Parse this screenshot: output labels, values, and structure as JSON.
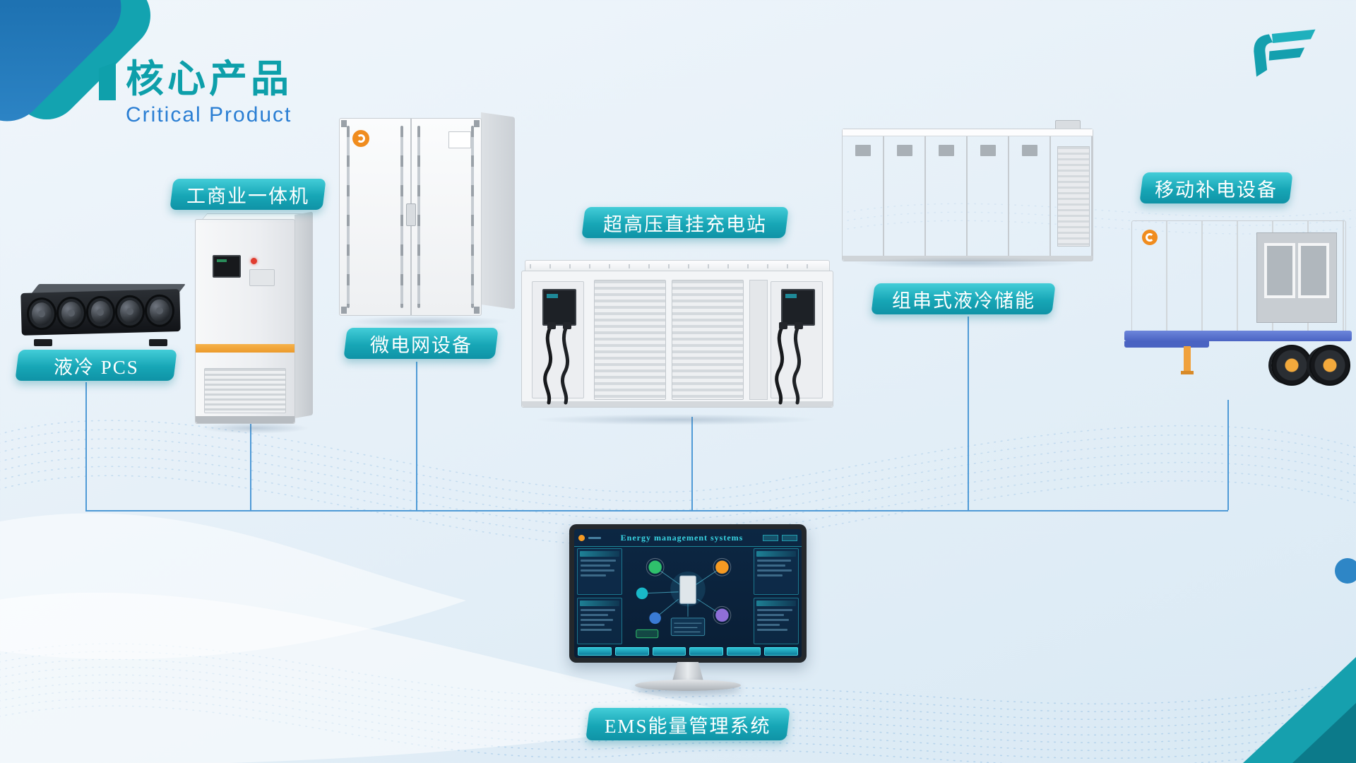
{
  "slide": {
    "title": "核心产品",
    "subtitle": "Critical Product"
  },
  "products": {
    "pcs": {
      "label": "液冷 PCS"
    },
    "all_in_one": {
      "label": "工商业一体机"
    },
    "microgrid": {
      "label": "微电网设备"
    },
    "charging_station": {
      "label": "超高压直挂充电站"
    },
    "string_storage": {
      "label": "组串式液冷储能"
    },
    "mobile_power": {
      "label": "移动补电设备"
    },
    "ems": {
      "label": "EMS能量管理系统"
    }
  },
  "ems_screen": {
    "title": "Energy management systems"
  },
  "colors": {
    "accent_teal": "#0fa0ab",
    "label_gradient_top": "#43cdd8",
    "label_gradient_bottom": "#0f93a6",
    "subtitle_blue": "#2a7ed3",
    "connector_blue": "#4f9ad6",
    "background_blue": "#e6f0f8",
    "logo_orange": "#f08c1e"
  }
}
